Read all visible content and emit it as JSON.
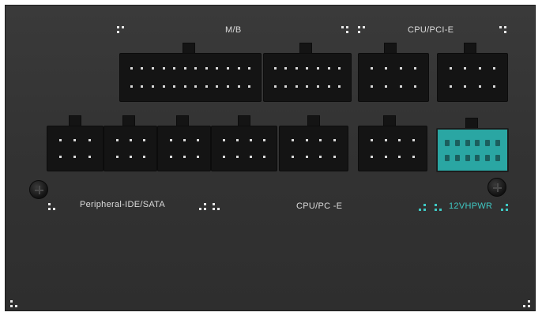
{
  "labels": {
    "mb": "M/B",
    "cpu_pci_e": "CPU/PCI-E",
    "peripheral": "Peripheral-IDE/SATA",
    "cpu_pc_e": "CPU/PC -E",
    "hpwr": "12VHPWR"
  },
  "colors": {
    "panel": "#333333",
    "connector": "#141414",
    "pin": "#d8d8d8",
    "accent_teal": "#3fc9c4"
  },
  "connectors": {
    "top_row": [
      "mb-24pin-connector",
      "mb-10pin-connector",
      "cpu-pcie-8pin-connector-1",
      "cpu-pcie-8pin-connector-2"
    ],
    "bottom_row": [
      "peripheral-connector-1",
      "peripheral-connector-2",
      "peripheral-connector-3",
      "peripheral-connector-4",
      "cpu-pc-e-connector",
      "cpu-pc-e-connector-2",
      "12vhpwr-connector"
    ]
  }
}
